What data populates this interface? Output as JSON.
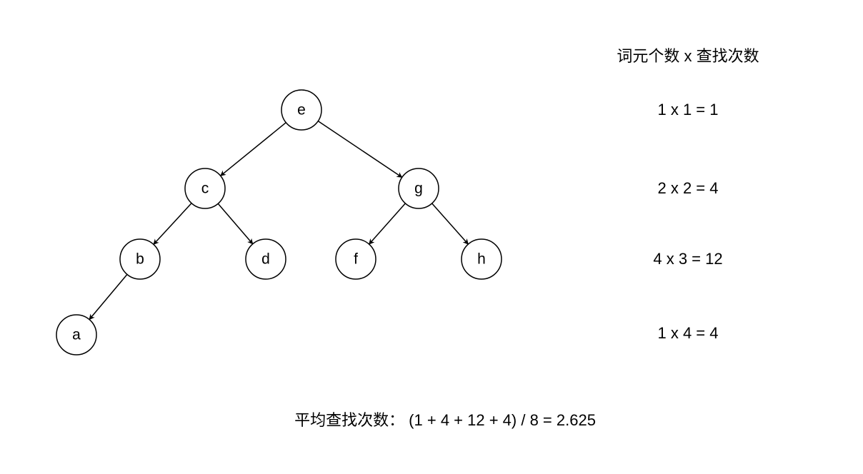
{
  "tree": {
    "nodes": [
      {
        "id": "e",
        "label": "e"
      },
      {
        "id": "c",
        "label": "c"
      },
      {
        "id": "g",
        "label": "g"
      },
      {
        "id": "b",
        "label": "b"
      },
      {
        "id": "d",
        "label": "d"
      },
      {
        "id": "f",
        "label": "f"
      },
      {
        "id": "h",
        "label": "h"
      },
      {
        "id": "a",
        "label": "a"
      }
    ],
    "edges": [
      {
        "from": "e",
        "to": "c"
      },
      {
        "from": "e",
        "to": "g"
      },
      {
        "from": "c",
        "to": "b"
      },
      {
        "from": "c",
        "to": "d"
      },
      {
        "from": "g",
        "to": "f"
      },
      {
        "from": "g",
        "to": "h"
      },
      {
        "from": "b",
        "to": "a"
      }
    ]
  },
  "table": {
    "header": "词元个数 x 查找次数",
    "rows": [
      "1 x 1 = 1",
      "2 x 2 = 4",
      "4 x 3 = 12",
      "1 x 4 = 4"
    ]
  },
  "summary": "平均查找次数： (1 + 4 + 12 + 4) / 8 = 2.625"
}
